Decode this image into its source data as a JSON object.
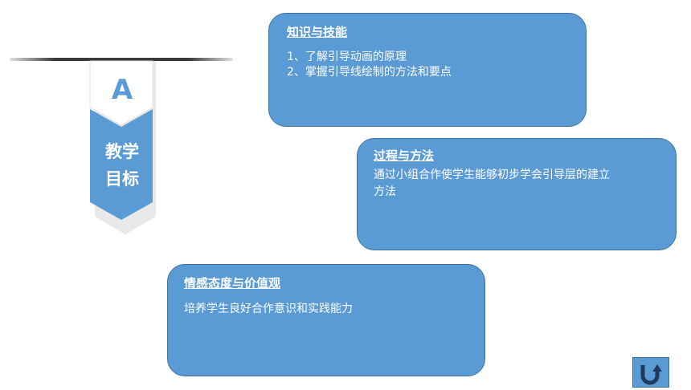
{
  "ribbon": {
    "letter": "A",
    "line1": "教学",
    "line2": "目标"
  },
  "cards": {
    "knowledge": {
      "title": "知识与技能",
      "items": [
        "1、了解引导动画的原理",
        "2、掌握引导线绘制的方法和要点"
      ]
    },
    "process": {
      "title": "过程与方法",
      "line1": "通过小组合作使学生能够初步学会引导层的建立",
      "line2": "方法"
    },
    "attitude": {
      "title": "情感态度与价值观",
      "line1": "培养学生良好合作意识和实践能力"
    }
  },
  "back_button": {
    "icon": "u-turn-back-icon"
  },
  "colors": {
    "accent": "#5b9bd5",
    "border": "#41719c",
    "ribbon_shadow": "#e8e8e8"
  }
}
